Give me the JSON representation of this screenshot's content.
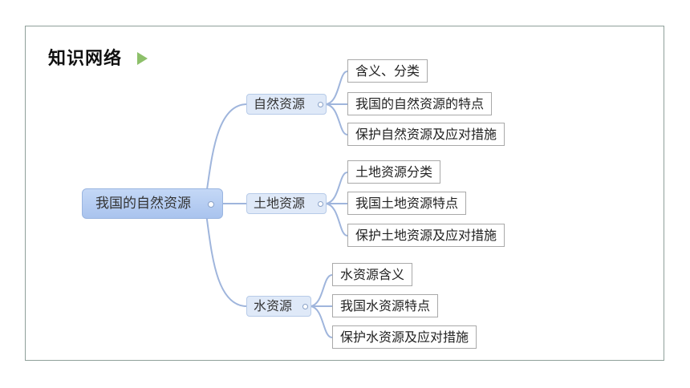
{
  "title": "知识网络",
  "colors": {
    "accent_arrow": "#8dc06a",
    "connector": "#9fb5dc",
    "root_fill": "#b3cbf1",
    "branch_fill": "#dfe9f8",
    "frame_border": "#8fa09a"
  },
  "root": {
    "label": "我国的自然资源"
  },
  "branches": [
    {
      "label": "自然资源",
      "leaves": [
        "含义、分类",
        "我国的自然资源的特点",
        "保护自然资源及应对措施"
      ]
    },
    {
      "label": "土地资源",
      "leaves": [
        "土地资源分类",
        "我国土地资源特点",
        "保护土地资源及应对措施"
      ]
    },
    {
      "label": "水资源",
      "leaves": [
        "水资源含义",
        "我国水资源特点",
        "保护水资源及应对措施"
      ]
    }
  ]
}
